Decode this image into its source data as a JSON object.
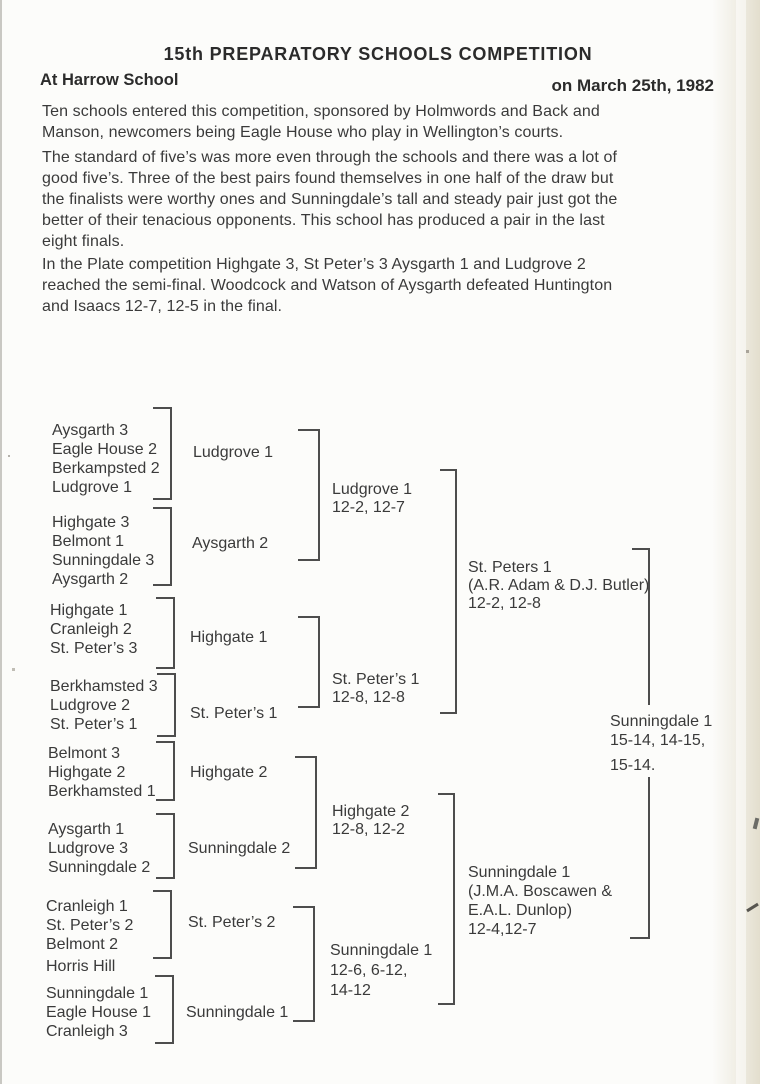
{
  "header": {
    "title": "15th PREPARATORY SCHOOLS COMPETITION",
    "location": "At Harrow School",
    "date": "on March 25th, 1982"
  },
  "paragraphs": [
    {
      "lines": [
        "Ten schools entered this competition, sponsored by Holmwords and Back and",
        "Manson, newcomers being Eagle House who play in Wellington’s courts."
      ]
    },
    {
      "lines": [
        "The standard of five’s was more even through the schools and there was a lot of",
        "good five’s. Three of the best pairs found themselves in one half of the draw but",
        "the finalists were worthy ones and Sunningdale’s tall and steady pair just got the",
        "better of their tenacious opponents. This school has produced a pair in the last",
        "eight finals."
      ]
    },
    {
      "lines": [
        "In the Plate competition Highgate 3, St Peter’s 3 Aysgarth 1 and Ludgrove 2",
        "reached the semi-final. Woodcock and Watson of Aysgarth defeated Huntington",
        "and Isaacs 12-7, 12-5 in the final."
      ]
    }
  ],
  "bracket": {
    "groups": [
      {
        "teams": [
          "Aysgarth 3",
          "Eagle House 2",
          "Berkampsted 2",
          "Ludgrove 1"
        ],
        "winner": "Ludgrove 1"
      },
      {
        "teams": [
          "Highgate 3",
          "Belmont 1",
          "Sunningdale 3",
          "Aysgarth 2"
        ],
        "winner": "Aysgarth 2"
      },
      {
        "teams": [
          "Highgate 1",
          "Cranleigh 2",
          "St. Peter’s 3"
        ],
        "winner": "Highgate 1"
      },
      {
        "teams": [
          "Berkhamsted 3",
          "Ludgrove 2",
          "St. Peter’s 1"
        ],
        "winner": "St. Peter’s 1"
      },
      {
        "teams": [
          "Belmont 3",
          "Highgate 2",
          "Berkhamsted 1"
        ],
        "winner": "Highgate 2"
      },
      {
        "teams": [
          "Aysgarth 1",
          "Ludgrove 3",
          "Sunningdale 2"
        ],
        "winner": "Sunningdale 2"
      },
      {
        "teams": [
          "Cranleigh 1",
          "St. Peter’s 2",
          "Belmont 2"
        ],
        "winner": "St. Peter’s 2"
      },
      {
        "teams": [
          "Sunningdale 1",
          "Eagle House 1",
          "Cranleigh 3"
        ],
        "winner": "Sunningdale 1"
      }
    ],
    "bye": "Horris Hill",
    "quarterfinal_results": [
      {
        "lines": [
          "Ludgrove 1",
          "12-2, 12-7"
        ]
      },
      {
        "lines": [
          "St. Peter’s 1",
          "12-8, 12-8"
        ]
      },
      {
        "lines": [
          "Highgate 2",
          "12-8, 12-2"
        ]
      },
      {
        "lines": [
          "Sunningdale 1",
          "12-6, 6-12,",
          "14-12"
        ]
      }
    ],
    "semifinal_results": [
      {
        "lines": [
          "St. Peters 1",
          "(A.R. Adam & D.J. Butler)",
          "12-2, 12-8"
        ]
      },
      {
        "lines": [
          "Sunningdale 1",
          "(J.M.A. Boscawen &",
          "E.A.L. Dunlop)",
          "12-4,12-7"
        ]
      }
    ],
    "final_result": {
      "lines": [
        "Sunningdale 1",
        "15-14, 14-15,",
        "15-14."
      ]
    }
  }
}
